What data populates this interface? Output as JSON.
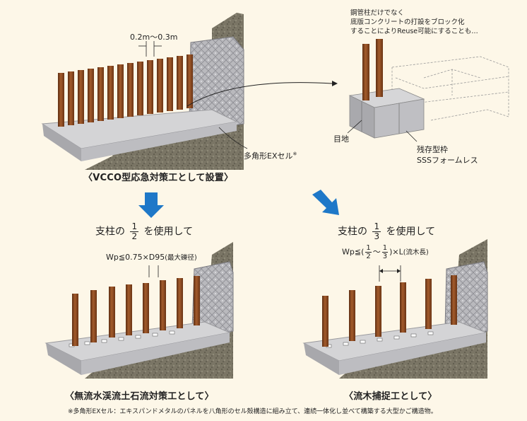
{
  "top_left": {
    "spacing_label": "0.2m〜0.3m",
    "cell_label": "多角形EXセル",
    "cell_label_sup": "※",
    "caption": "〈VCCO型応急対策工として設置〉"
  },
  "top_right": {
    "note_line1": "鋼管柱だけでなく",
    "note_line2": "底版コンクリートの打設をブロック化",
    "note_line3": "することによりReuse可能にすることも…",
    "joint_label": "目地",
    "formwork_label1": "残存型枠",
    "formwork_label2": "SSSフォームレス"
  },
  "bottom_left": {
    "header_prefix": "支柱の",
    "frac_num": "1",
    "frac_den": "2",
    "header_suffix": "を使用して",
    "formula": "Wp≦0.75×D95",
    "formula_note": "(最大礫径)",
    "caption": "〈無流水渓流土石流対策工として〉"
  },
  "bottom_right": {
    "header_prefix": "支柱の",
    "frac_num": "1",
    "frac_den": "3",
    "header_suffix": "を使用して",
    "formula_prefix": "Wp≦(",
    "f1_num": "1",
    "f1_den": "2",
    "tilde": "〜",
    "f2_num": "1",
    "f2_den": "3",
    "formula_suffix": ")×L",
    "formula_note": "(流木長)",
    "caption": "〈流木捕捉工として〉"
  },
  "footnote": "※多角形EXセル：エキスパンドメタルのパネルを八角形のセル殻構造に組み立て、連続一体化し並べて構築する大型かご構造物。",
  "colors": {
    "background": "#fdf7e8",
    "post": "#8a4a22",
    "arrow": "#1e78c8",
    "concrete": "#c8c8c8",
    "soil": "#6e6a5c"
  }
}
